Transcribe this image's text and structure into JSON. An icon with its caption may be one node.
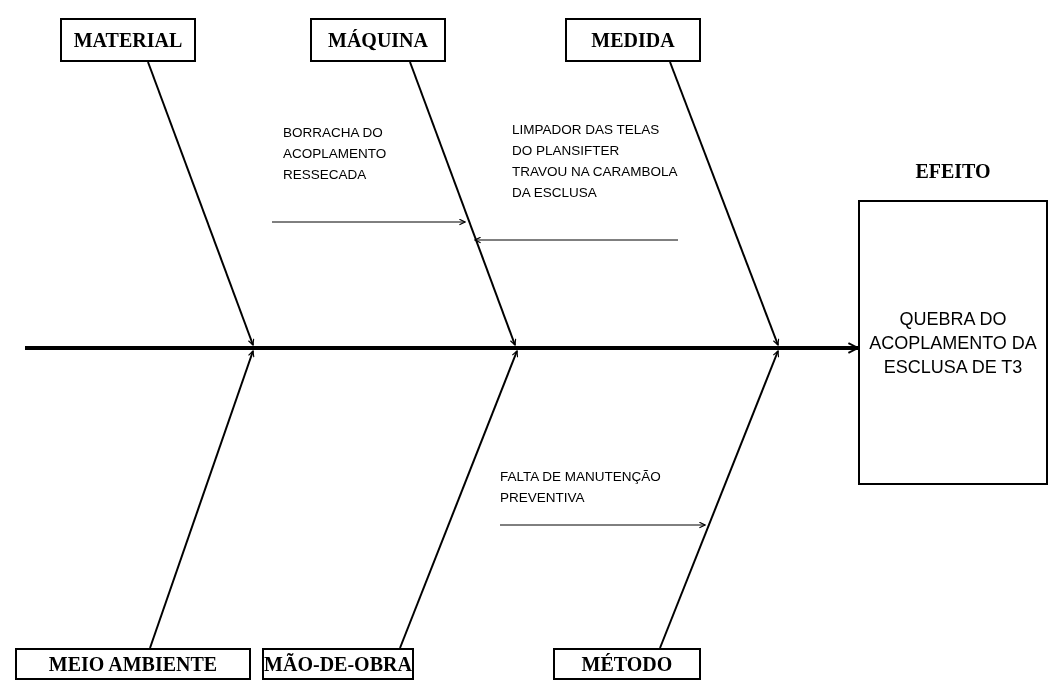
{
  "diagram": {
    "nodes": [
      {
        "text": [
          "MATERIAL"
        ]
      },
      {
        "text": [
          "MÁQUINA"
        ]
      },
      {
        "text": [
          "MEDIDA"
        ]
      },
      {
        "text": [
          "EFEITO",
          "QUEBRA DO ACOPLAMENTO DA ESCLUSA DE T3"
        ]
      },
      {
        "text": [
          "BORRACHA DO ACOPLAMENTO RESSECADA"
        ]
      },
      {
        "text": [
          "LIMPADOR DAS TELAS DO PLANSIFTER TRAVOU NA CARAMBOLA DA ESCLUSA"
        ]
      },
      {
        "text": [
          "FALTA DE MANUTENÇÃO PREVENTIVA"
        ]
      },
      {
        "text": [
          "MEIO AMBIENTE"
        ]
      },
      {
        "text": [
          "MÃO-DE-OBRA"
        ]
      },
      {
        "text": [
          "MÉTODO"
        ]
      }
    ],
    "edges": [
      {
        "from": null,
        "to": 3,
        "arrow": "to",
        "style": "thick"
      },
      {
        "from": 0,
        "to": null,
        "arrow": "to"
      },
      {
        "from": 1,
        "to": null,
        "arrow": "to"
      },
      {
        "from": 2,
        "to": null,
        "arrow": "to"
      },
      {
        "from": 7,
        "to": null,
        "arrow": "to"
      },
      {
        "from": 8,
        "to": null,
        "arrow": "to"
      },
      {
        "from": 9,
        "to": null,
        "arrow": "to"
      },
      {
        "from": 4,
        "to": null,
        "arrow": "to"
      },
      {
        "from": 5,
        "to": null,
        "arrow": "to"
      },
      {
        "from": 6,
        "to": null,
        "arrow": "to"
      }
    ]
  }
}
